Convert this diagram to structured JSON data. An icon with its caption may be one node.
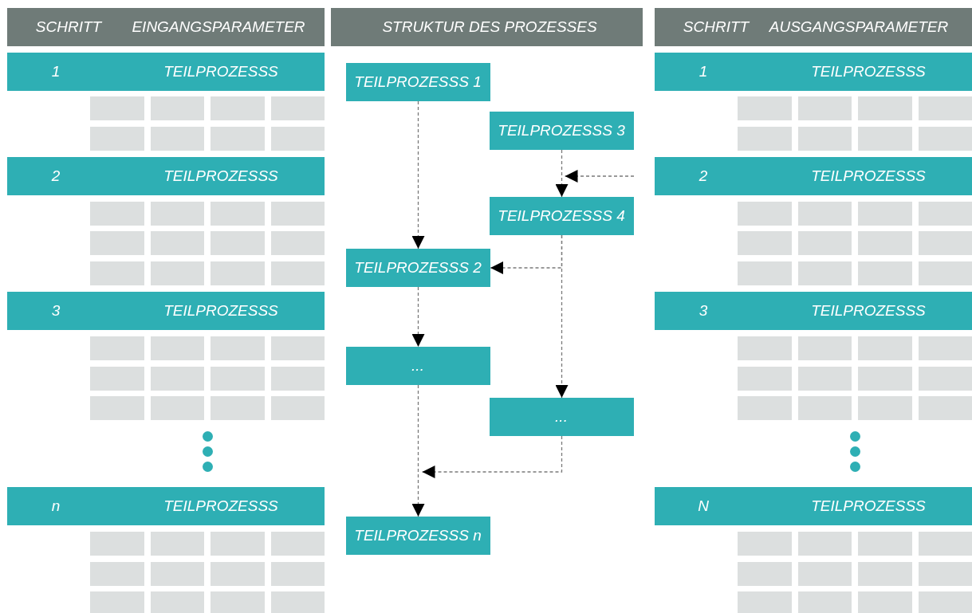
{
  "diagram": {
    "nodes": [
      {
        "text": [
          "SCHRITT",
          "EINGANGSPARAMETER"
        ]
      },
      {
        "text": [
          "1",
          "TEILPROZESSS"
        ]
      },
      {
        "text": [
          "2",
          "TEILPROZESSS"
        ]
      },
      {
        "text": [
          "3",
          "TEILPROZESSS"
        ]
      },
      {
        "text": [
          "n",
          "TEILPROZESSS"
        ]
      },
      {
        "text": [
          "STRUKTUR DES PROZESSES"
        ]
      },
      {
        "text": [
          "TEILPROZESSS 1"
        ]
      },
      {
        "text": [
          "TEILPROZESSS 3"
        ]
      },
      {
        "text": [
          "TEILPROZESSS 4"
        ]
      },
      {
        "text": [
          "TEILPROZESSS 2"
        ]
      },
      {
        "text": [
          "..."
        ]
      },
      {
        "text": [
          "..."
        ]
      },
      {
        "text": [
          "TEILPROZESSS n"
        ]
      },
      {
        "text": [
          "SCHRITT",
          "AUSGANGSPARAMETER"
        ]
      },
      {
        "text": [
          "1",
          "TEILPROZESSS"
        ]
      },
      {
        "text": [
          "2",
          "TEILPROZESSS"
        ]
      },
      {
        "text": [
          "3",
          "TEILPROZESSS"
        ]
      },
      {
        "text": [
          "N",
          "TEILPROZESSS"
        ]
      }
    ],
    "edges": [
      {
        "from": 6,
        "to": 9,
        "arrow": "to",
        "style": "dashed"
      },
      {
        "from": 7,
        "to": 8,
        "arrow": "to",
        "style": "dashed"
      },
      {
        "from": null,
        "to": 8,
        "arrow": "to",
        "style": "dashed"
      },
      {
        "from": 8,
        "to": 9,
        "arrow": "to",
        "style": "dashed"
      },
      {
        "from": 8,
        "to": 11,
        "arrow": "to",
        "style": "dashed"
      },
      {
        "from": 9,
        "to": 10,
        "arrow": "to",
        "style": "dashed"
      },
      {
        "from": 10,
        "to": 12,
        "arrow": "to",
        "style": "dashed"
      },
      {
        "from": 11,
        "to": 12,
        "arrow": "to",
        "style": "dashed"
      }
    ]
  }
}
